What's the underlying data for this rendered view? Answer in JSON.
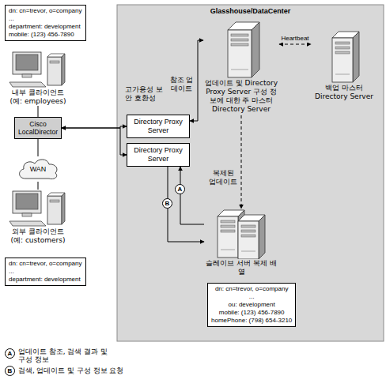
{
  "diagram": {
    "nodes": [
      {
        "text": [
          "dn: cn=trevor, o=company",
          "...",
          "department: development",
          "mobile: (123) 456-7890"
        ]
      },
      {
        "text": [
          "Glasshouse/DataCenter"
        ]
      },
      {
        "text": [
          "업데이트 및 Directory Proxy Server 구성 정보에 대한 주 마스터 Directory Server"
        ],
        "in": 1
      },
      {
        "text": [
          "백업 마스터 Directory Server"
        ],
        "in": 1
      },
      {
        "text": [
          "내부 클라이언트 (예: employees)"
        ]
      },
      {
        "text": [
          "Directory Proxy Server"
        ],
        "in": 1
      },
      {
        "text": [
          "Cisco LocalDirector"
        ]
      },
      {
        "text": [
          "Directory Proxy Server"
        ],
        "in": 1
      },
      {
        "text": [
          "WAN"
        ]
      },
      {
        "text": [
          "슬레이브 서버 복제 배열"
        ],
        "in": 1
      },
      {
        "text": [
          "외부 클라이언트 (예: customers)"
        ]
      },
      {
        "text": [
          "dn: cn=trevor, o=company",
          "...",
          "department: development"
        ]
      },
      {
        "text": [
          "dn: cn=trevor, o=company",
          "...",
          "ou: development",
          "mobile: (123) 456-7890",
          "homePhone: (798) 654-3210"
        ],
        "in": 1
      }
    ],
    "edges": [
      {
        "from": 2,
        "to": 3,
        "arrow": "both",
        "label": "Heartbeat"
      },
      {
        "from": 5,
        "to": 2,
        "arrow": "both",
        "label": "참조 업데이트"
      },
      {
        "from": 2,
        "to": 9,
        "arrow": "to",
        "label": "복제된 업데이트"
      },
      {
        "from": 9,
        "to": 7,
        "arrow": "to"
      },
      {
        "from": 7,
        "to": 9,
        "arrow": "to"
      },
      {
        "from": 4,
        "to": 6,
        "arrow": "none"
      },
      {
        "from": 6,
        "to": 8,
        "arrow": "none"
      },
      {
        "from": 8,
        "to": 10,
        "arrow": "none"
      },
      {
        "from": 6,
        "to": 5,
        "arrow": "both"
      },
      {
        "from": 6,
        "to": 7,
        "arrow": "both"
      }
    ],
    "labels": [
      "고가용성 보안 호환성",
      "A",
      "B",
      "A",
      "B"
    ],
    "legend": [
      {
        "text": "업데이트 참조, 검색 결과 및 구성 정보"
      },
      {
        "text": "검색, 업데이트 및 구성 정보 요청"
      }
    ]
  }
}
